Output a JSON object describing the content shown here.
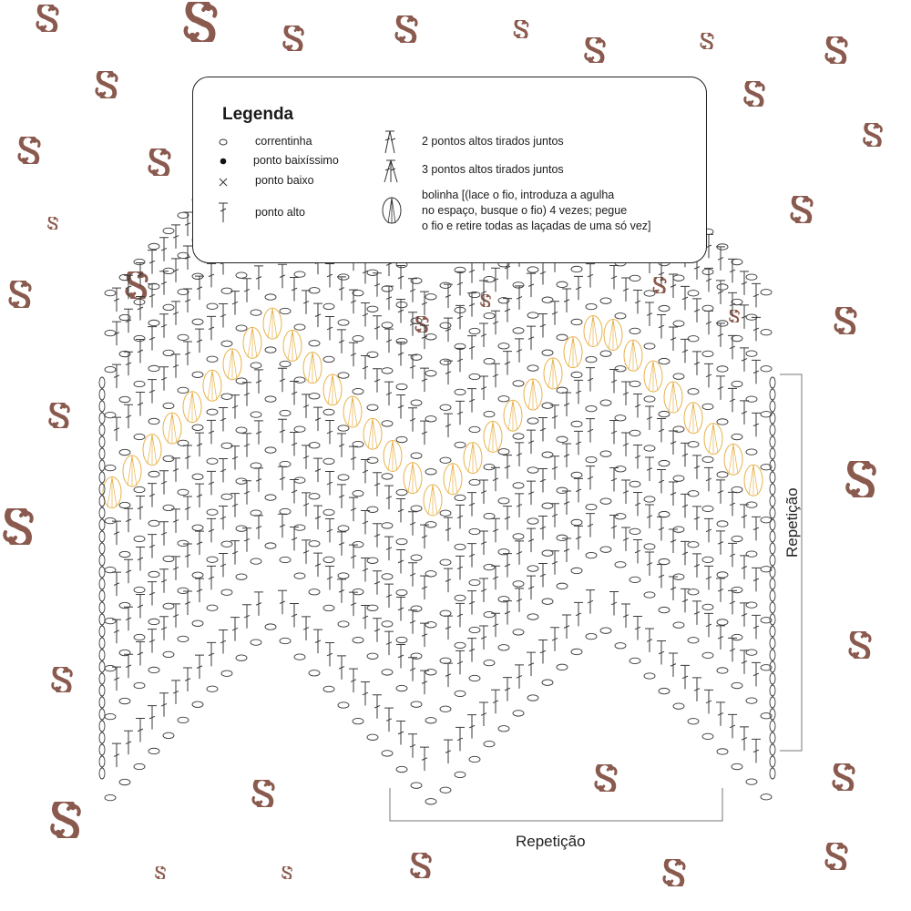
{
  "legend": {
    "title": "Legenda",
    "items": [
      {
        "icon": "chain-symbol-icon",
        "label": "correntinha"
      },
      {
        "icon": "slip-stitch-symbol-icon",
        "label": "ponto baixíssimo"
      },
      {
        "icon": "single-crochet-symbol-icon",
        "label": "ponto baixo"
      },
      {
        "icon": "double-crochet-symbol-icon",
        "label": "ponto alto"
      },
      {
        "icon": "dc2tog-symbol-icon",
        "label": "2 pontos altos tirados juntos"
      },
      {
        "icon": "dc3tog-symbol-icon",
        "label": "3 pontos altos tirados juntos"
      },
      {
        "icon": "bobble-symbol-icon",
        "label_lines": [
          "bolinha [(lace o fio, introduza a agulha",
          "no espaço, busque o fio) 4 vezes; pegue",
          "o fio e retire todas as laçadas de uma só vez]"
        ]
      }
    ]
  },
  "repeat_horizontal": "Repetição",
  "repeat_vertical": "Repetição",
  "colors": {
    "stitch": "#3a3a3a",
    "highlight_row": "#e8b24a",
    "watermark": "#8b5a4e"
  },
  "watermark_icon": "logo-watermark-icon"
}
